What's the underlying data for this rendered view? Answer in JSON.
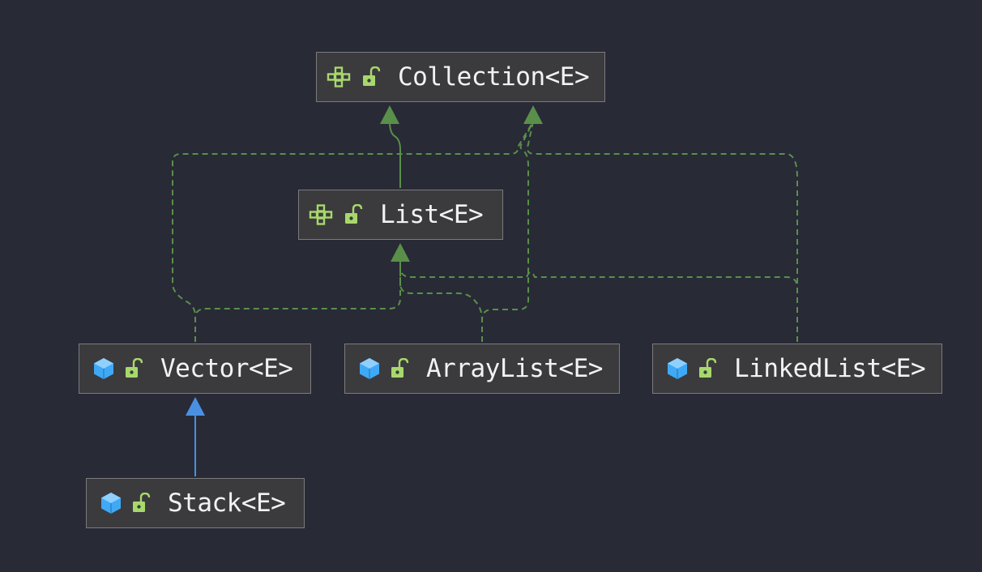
{
  "colors": {
    "background": "#282a36",
    "node_fill": "#3b3b3d",
    "node_border": "#7b7b7e",
    "node_text": "#f2f2f2",
    "implements_edge": "#5a8f4a",
    "extends_edge": "#4a90e2",
    "interface_icon": "#a8d86c",
    "class_icon": "#3fa9f5",
    "lock_icon": "#a8d86c"
  },
  "nodes": {
    "collection": {
      "label": "Collection<E>",
      "kind_icon": "interface-icon",
      "visibility_icon": "public-lock-icon"
    },
    "list": {
      "label": "List<E>",
      "kind_icon": "interface-icon",
      "visibility_icon": "public-lock-icon"
    },
    "vector": {
      "label": "Vector<E>",
      "kind_icon": "class-icon",
      "visibility_icon": "public-lock-icon"
    },
    "arraylist": {
      "label": "ArrayList<E>",
      "kind_icon": "class-icon",
      "visibility_icon": "public-lock-icon"
    },
    "linkedlist": {
      "label": "LinkedList<E>",
      "kind_icon": "class-icon",
      "visibility_icon": "public-lock-icon"
    },
    "stack": {
      "label": "Stack<E>",
      "kind_icon": "class-icon",
      "visibility_icon": "public-lock-icon"
    }
  },
  "edges": [
    {
      "from": "list",
      "to": "collection",
      "type": "extends-interface",
      "style": "solid"
    },
    {
      "from": "vector",
      "to": "collection",
      "type": "implements",
      "style": "dashed"
    },
    {
      "from": "arraylist",
      "to": "collection",
      "type": "implements",
      "style": "dashed"
    },
    {
      "from": "linkedlist",
      "to": "collection",
      "type": "implements",
      "style": "dashed"
    },
    {
      "from": "vector",
      "to": "list",
      "type": "implements",
      "style": "dashed"
    },
    {
      "from": "arraylist",
      "to": "list",
      "type": "implements",
      "style": "dashed"
    },
    {
      "from": "linkedlist",
      "to": "list",
      "type": "implements",
      "style": "dashed"
    },
    {
      "from": "stack",
      "to": "vector",
      "type": "extends",
      "style": "solid"
    }
  ]
}
